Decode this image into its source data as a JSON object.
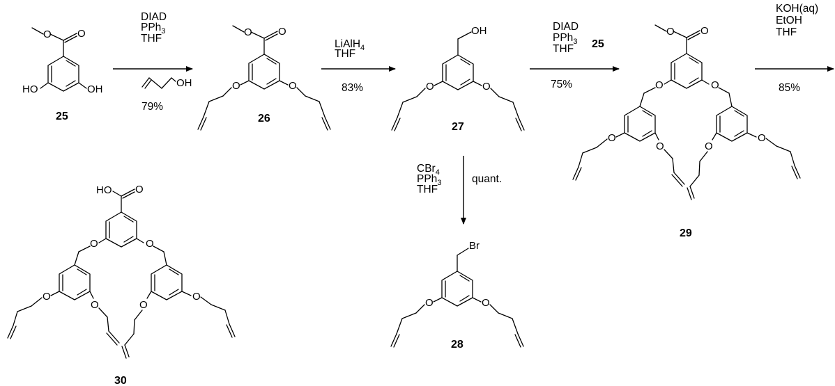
{
  "labels": {
    "o": "O",
    "oh": "OH",
    "ho": "HO",
    "br": "Br"
  },
  "compounds": {
    "c25": "25",
    "c26": "26",
    "c27": "27",
    "c28": "28",
    "c29": "29",
    "c30": "30"
  },
  "steps": {
    "step1": {
      "reagents": [
        "DIAD",
        "PPh3",
        "THF"
      ],
      "yield": "79%"
    },
    "step2": {
      "reagents": [
        "LiAlH4",
        "THF"
      ],
      "yield": "83%"
    },
    "step3": {
      "reagents": [
        "DIAD",
        "PPh3",
        "THF"
      ],
      "extra": "25",
      "yield": "75%"
    },
    "step4": {
      "reagents": [
        "KOH(aq)",
        "EtOH",
        "THF"
      ],
      "yield": "85%"
    },
    "step5": {
      "reagents": [
        "CBr4",
        "PPh3",
        "THF"
      ],
      "yield": "quant."
    }
  }
}
